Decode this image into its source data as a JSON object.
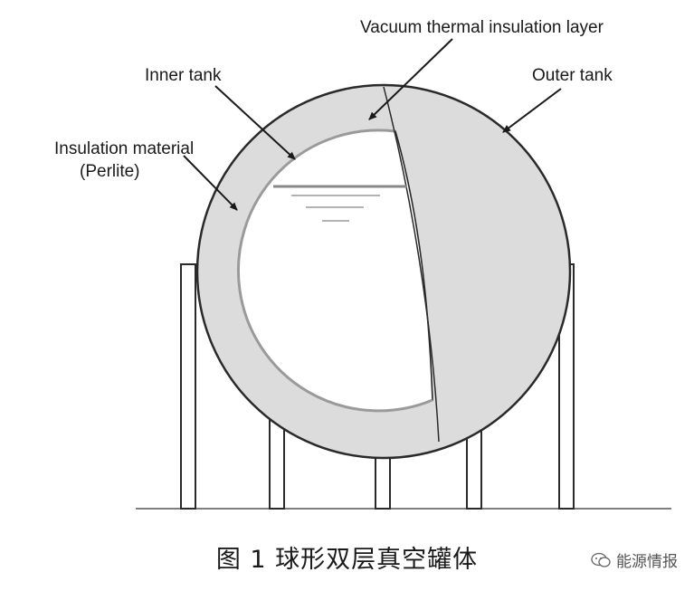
{
  "labels": {
    "vacuum_layer": "Vacuum thermal insulation layer",
    "inner_tank": "Inner tank",
    "outer_tank": "Outer tank",
    "insulation_line1": "Insulation material",
    "insulation_line2": "(Perlite)"
  },
  "caption": "图 1  球形双层真空罐体",
  "watermark": "能源情报",
  "colors": {
    "shell_fill": "#dcdcdc",
    "outline": "#2a2a2a",
    "background": "#ffffff",
    "liquid_line": "#888888"
  }
}
